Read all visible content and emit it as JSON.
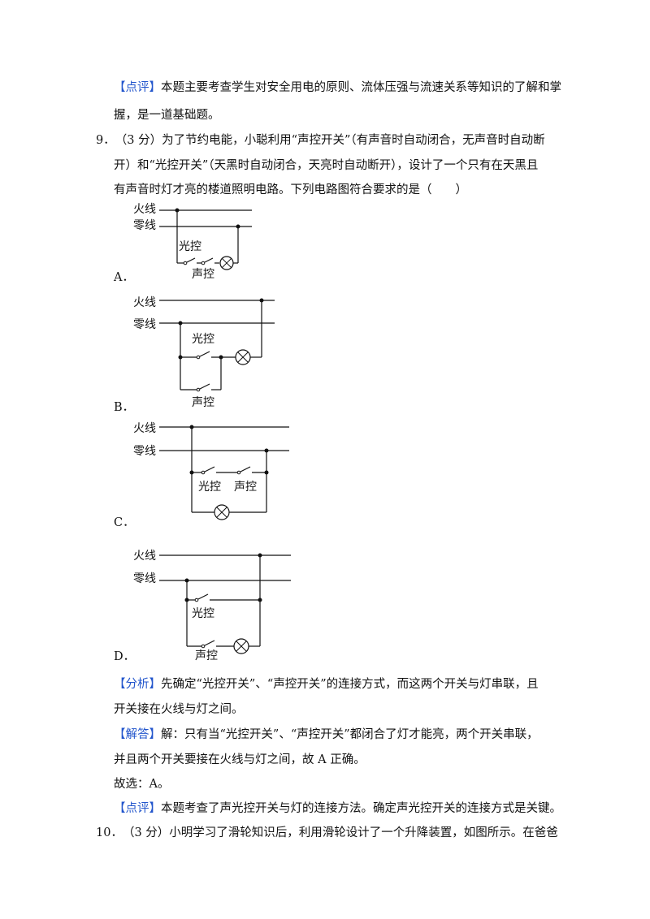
{
  "q8": {
    "comment_tag": "【点评】",
    "comment_line1": "本题主要考查学生对安全用电的原则、流体压强与流速关系等知识的了解和掌",
    "comment_line2": "握，是一道基础题。"
  },
  "q9": {
    "number": "9．",
    "line1": "（3 分）为了节约电能，小聪利用“声控开关”（有声音时自动闭合，无声音时自动断",
    "line2": "开）和“光控开关”（天黑时自动闭合，天亮时自动断开），设计了一个只有在天黑且",
    "line3": "有声音时灯才亮的楼道照明电路。下列电路图符合要求的是（　　）",
    "options": [
      {
        "label": "A．",
        "live": "火线",
        "neutral": "零线",
        "light_switch": "光控",
        "sound_switch": "声控"
      },
      {
        "label": "B．",
        "live": "火线",
        "neutral": "零线",
        "light_switch": "光控",
        "sound_switch": "声控"
      },
      {
        "label": "C．",
        "live": "火线",
        "neutral": "零线",
        "light_switch": "光控",
        "sound_switch": "声控"
      },
      {
        "label": "D．",
        "live": "火线",
        "neutral": "零线",
        "light_switch": "光控",
        "sound_switch": "声控"
      }
    ],
    "analysis_tag": "【分析】",
    "analysis_line1": "先确定“光控开关”、“声控开关”的连接方式，而这两个开关与灯串联，且",
    "analysis_line2": "开关接在火线与灯之间。",
    "answer_tag": "【解答】",
    "answer_line1": "解：只有当“光控开关”、“声控开关”都闭合了灯才能亮，两个开关串联，",
    "answer_line2": "并且两个开关要接在火线与灯之间，故 A 正确。",
    "choice": "故选：A。",
    "comment_tag": "【点评】",
    "comment_line1": "本题考查了声光控开关与灯的连接方法。确定声光控开关的连接方式是关键。"
  },
  "q10": {
    "number": "10．",
    "line1": "（3 分）小明学习了滑轮知识后，利用滑轮设计了一个升降装置，如图所示。在爸爸"
  }
}
